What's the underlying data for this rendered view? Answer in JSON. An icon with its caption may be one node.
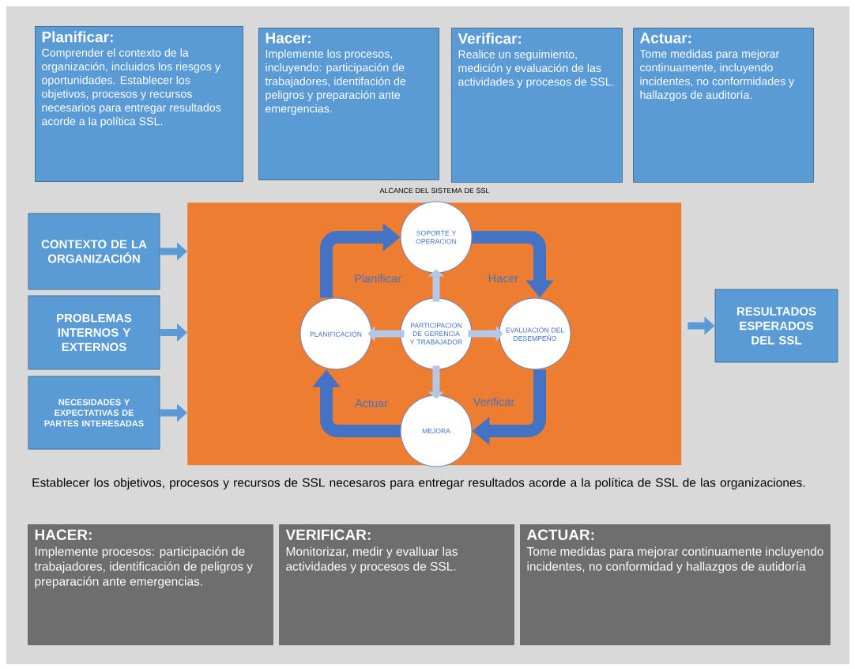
{
  "diagram": {
    "nodes": [
      {
        "text": [
          "Planificar:",
          "Comprender el contexto de la organización, incluidos los riesgos y oportunidades. Establecer los objetivos, procesos y recursos necesarios para entregar resultados acorde a la política SSL."
        ]
      },
      {
        "text": [
          "Hacer:",
          "Implemente los procesos, incluyendo: participación de trabajadores, identifación de peligros y preparación ante emergencias."
        ]
      },
      {
        "text": [
          "Verificar:",
          "Realice un seguimiento, medición y evaluación de las actividades y procesos de SSL."
        ]
      },
      {
        "text": [
          "Actuar:",
          "Tome medidas para mejorar continuamente, incluyendo incidentes, no conformidades y hallazgos de auditoría."
        ]
      },
      {
        "text": [
          "ALCANCE DEL SISTEMA DE SSL"
        ]
      },
      {
        "text": [
          "CONTEXTO DE LA ORGANIZACIÓN"
        ]
      },
      {
        "text": [
          "PROBLEMAS INTERNOS Y EXTERNOS"
        ]
      },
      {
        "text": [
          "NECESIDADES Y EXPECTATIVAS DE PARTES INTERESADAS"
        ]
      },
      {
        "text": [
          "SOPORTE Y OPERACION"
        ],
        "in": 4
      },
      {
        "text": [
          "PLANIFICACIÓN"
        ],
        "in": 4
      },
      {
        "text": [
          "PARTICIPACION DE GERENCIA Y TRABAJADOR"
        ],
        "in": 4
      },
      {
        "text": [
          "EVALUACIÓN DEL DESEMPEÑO"
        ],
        "in": 4
      },
      {
        "text": [
          "MEJORA"
        ],
        "in": 4
      },
      {
        "text": [
          "RESULTADOS ESPERADOS DEL SSL"
        ]
      },
      {
        "text": [
          "HACER:",
          "Implemente procesos: participación de trabajadores, identificación de peligros y preparación ante emergencias."
        ]
      },
      {
        "text": [
          "VERIFICAR:",
          "Monitorizar, medir y evalluar las actividades y procesos de SSL."
        ]
      },
      {
        "text": [
          "ACTUAR:",
          "Tome medidas para mejorar continuamente incluyendo incidentes, no conformidad y hallazgos de autidoría"
        ]
      }
    ],
    "edges": [
      {
        "from": 5,
        "to": 4,
        "arrow": "to"
      },
      {
        "from": 6,
        "to": 4,
        "arrow": "to"
      },
      {
        "from": 7,
        "to": 4,
        "arrow": "to"
      },
      {
        "from": 4,
        "to": 13,
        "arrow": "to"
      },
      {
        "from": 9,
        "to": 8,
        "arrow": "to",
        "label": "Planificar",
        "color": "#4472c4"
      },
      {
        "from": 8,
        "to": 11,
        "arrow": "to",
        "label": "Hacer",
        "color": "#4472c4"
      },
      {
        "from": 11,
        "to": 12,
        "arrow": "to",
        "label": "Verificar",
        "color": "#4472c4"
      },
      {
        "from": 12,
        "to": 9,
        "arrow": "to",
        "label": "Actuar",
        "color": "#4472c4"
      },
      {
        "from": 10,
        "to": 8,
        "arrow": "to",
        "color": "#b4c7e7"
      },
      {
        "from": 10,
        "to": 9,
        "arrow": "to",
        "color": "#b4c7e7"
      },
      {
        "from": 10,
        "to": 11,
        "arrow": "to",
        "color": "#b4c7e7"
      },
      {
        "from": 10,
        "to": 12,
        "arrow": "to",
        "color": "#b4c7e7"
      }
    ],
    "labels": [
      "Establecer los objetivos, procesos y recursos de SSL necesaros para entregar resultados acorde a la política de SSL de las organizaciones."
    ]
  }
}
